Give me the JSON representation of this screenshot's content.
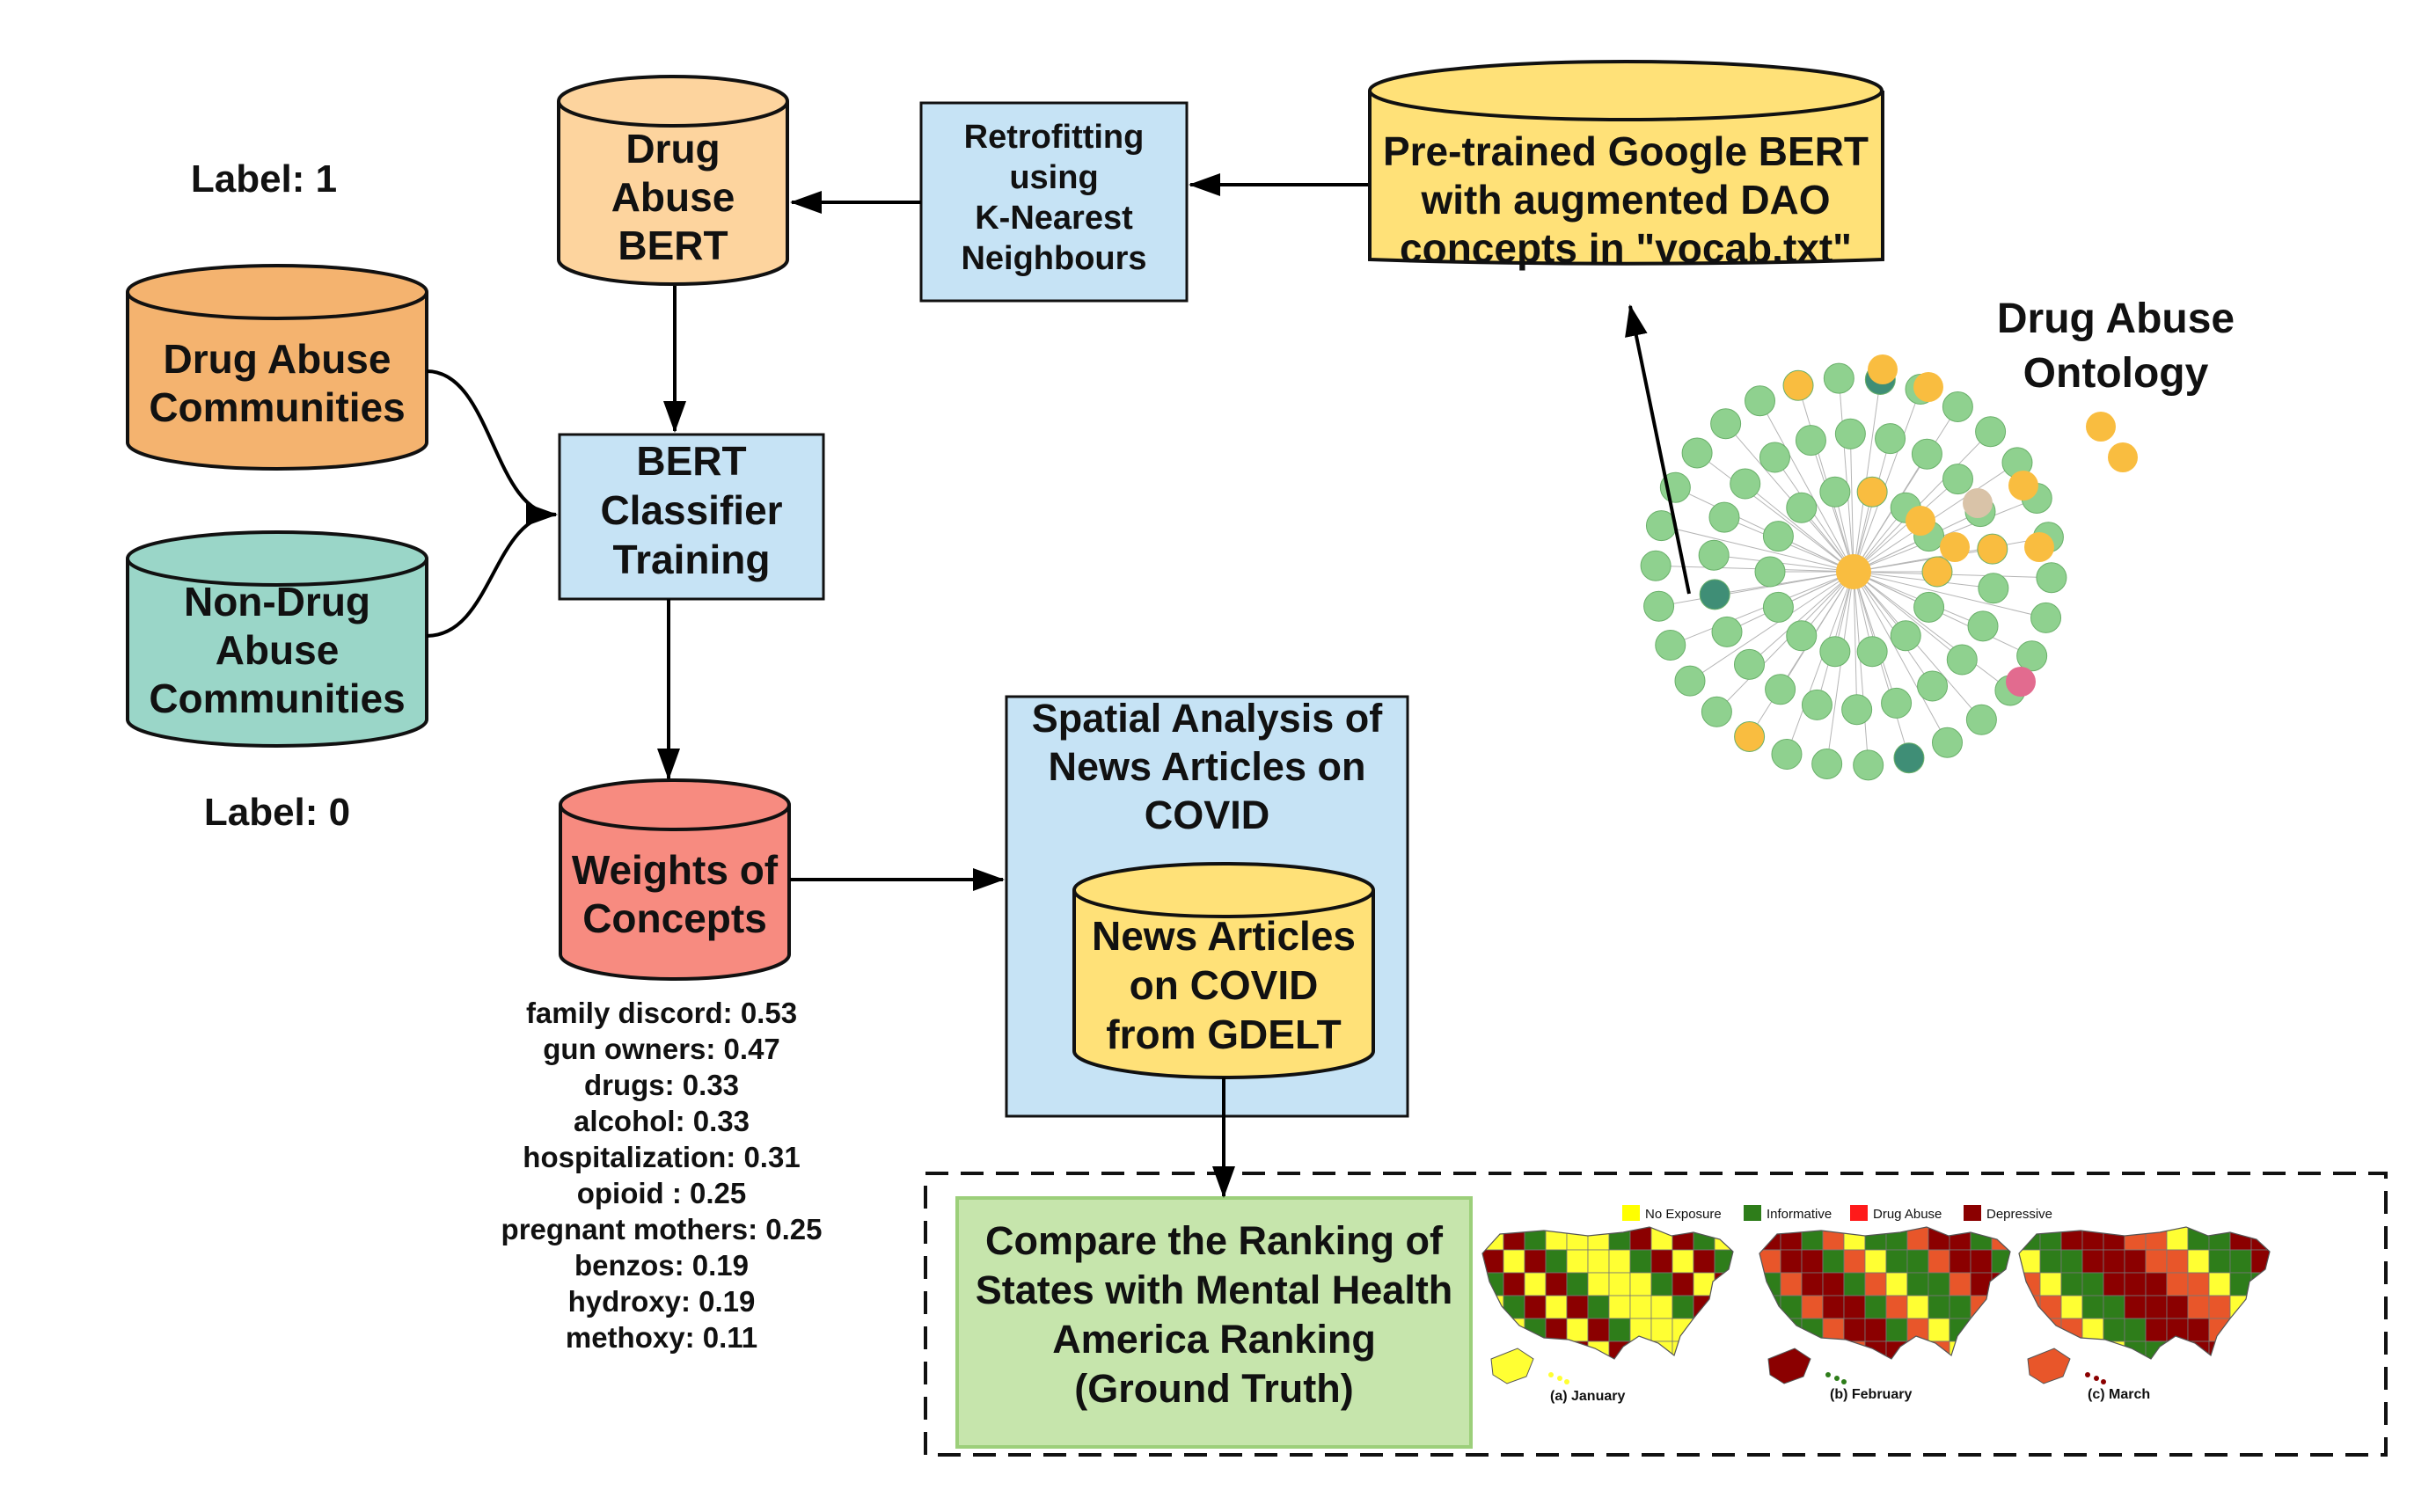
{
  "labels": {
    "label1": "Label: 1",
    "label0": "Label: 0"
  },
  "nodes": {
    "drug_abuse_bert": [
      "Drug",
      "Abuse",
      "BERT"
    ],
    "retrofitting": [
      "Retrofitting",
      "using",
      "K-Nearest",
      "Neighbours"
    ],
    "pretrained_bert": [
      "Pre-trained Google BERT",
      "with augmented DAO",
      "concepts in \"vocab.txt\""
    ],
    "drug_abuse_communities": [
      "Drug Abuse",
      "Communities"
    ],
    "non_drug_abuse_communities": [
      "Non-Drug",
      "Abuse",
      "Communities"
    ],
    "bert_classifier": [
      "BERT",
      "Classifier",
      "Training"
    ],
    "weights": [
      "Weights of",
      "Concepts"
    ],
    "spatial_analysis": [
      "Spatial Analysis of",
      "News Articles on",
      "COVID"
    ],
    "news_articles": [
      "News Articles",
      "on COVID",
      "from GDELT"
    ],
    "compare": [
      "Compare the Ranking of",
      "States with Mental Health",
      "America Ranking",
      "(Ground Truth)"
    ]
  },
  "ontology": {
    "title": [
      "Drug Abuse",
      "Ontology"
    ]
  },
  "weights_list": [
    "family discord: 0.53",
    "gun owners: 0.47",
    "drugs: 0.33",
    "alcohol: 0.33",
    "hospitalization: 0.31",
    "opioid : 0.25",
    "pregnant mothers: 0.25",
    "benzos: 0.19",
    "hydroxy: 0.19",
    "methoxy: 0.11"
  ],
  "maps": {
    "legend": [
      "No Exposure",
      "Informative",
      "Drug Abuse",
      "Depressive"
    ],
    "legend_colors": [
      "#ffff00",
      "#2e7d1a",
      "#ff1a1a",
      "#8b0000"
    ],
    "captions": [
      "(a)  January",
      "(b) February",
      "(c) March"
    ]
  },
  "colors": {
    "orange_light": "#fdd49e",
    "orange": "#f4b36f",
    "teal": "#9ad6c8",
    "blue": "#c6e3f5",
    "yellow": "#ffe178",
    "red": "#f78b80",
    "green": "#c6e5ac"
  }
}
